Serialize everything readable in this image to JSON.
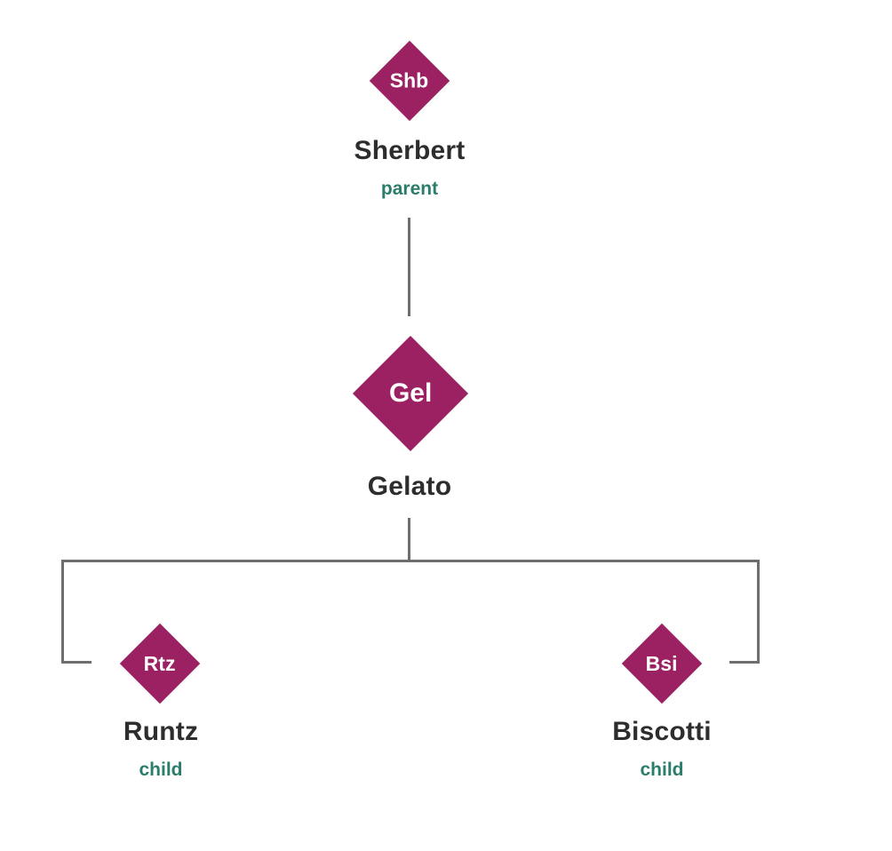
{
  "diagram": {
    "type": "lineage-family-tree",
    "colors": {
      "diamond_fill": "#9B2162",
      "diamond_text": "#FFFFFF",
      "name_text": "#2D2D2D",
      "relation_text": "#2A7D6B",
      "connector": "#6E6E6E",
      "background": "#FFFFFF"
    },
    "nodes": {
      "parent": {
        "abbr": "Shb",
        "name": "Sherbert",
        "relation": "parent"
      },
      "current": {
        "abbr": "Gel",
        "name": "Gelato"
      },
      "child_left": {
        "abbr": "Rtz",
        "name": "Runtz",
        "relation": "child"
      },
      "child_right": {
        "abbr": "Bsi",
        "name": "Biscotti",
        "relation": "child"
      }
    },
    "edges": [
      {
        "from": "Sherbert",
        "to": "Gelato"
      },
      {
        "from": "Gelato",
        "to": "Runtz"
      },
      {
        "from": "Gelato",
        "to": "Biscotti"
      }
    ]
  }
}
